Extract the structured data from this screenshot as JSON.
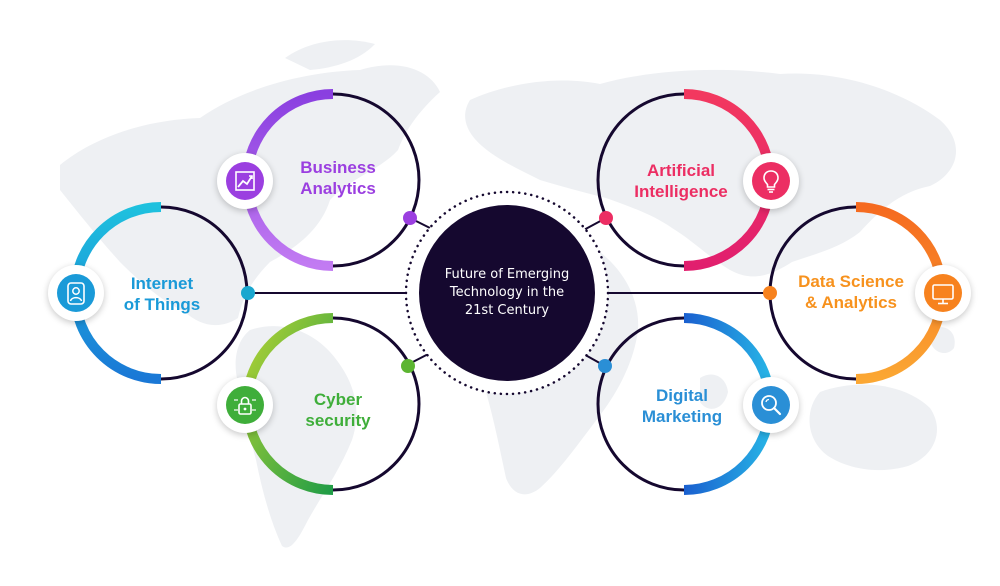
{
  "center": {
    "lines": [
      "Future of Emerging",
      "Technology in the",
      "21st Century"
    ]
  },
  "nodes": [
    {
      "id": "business-analytics",
      "lines": [
        "Business",
        "Analytics"
      ],
      "color": "#9b3fe0",
      "icon": "line-chart-icon"
    },
    {
      "id": "internet-of-things",
      "lines": [
        "Internet",
        "of Things"
      ],
      "color": "#1a9ad8",
      "icon": "user-device-icon"
    },
    {
      "id": "cyber-security",
      "lines": [
        "Cyber",
        "security"
      ],
      "color": "#3fae3a",
      "icon": "lock-circuit-icon"
    },
    {
      "id": "artificial-intelligence",
      "lines": [
        "Artificial",
        "Intelligence"
      ],
      "color": "#ec2e63",
      "icon": "lightbulb-icon"
    },
    {
      "id": "data-science-analytics",
      "lines": [
        "Data Science",
        "& Analytics"
      ],
      "color": "#f7921e",
      "icon": "monitor-icon"
    },
    {
      "id": "digital-marketing",
      "lines": [
        "Digital",
        "Marketing"
      ],
      "color": "#2a8fd6",
      "icon": "search-icon"
    }
  ],
  "colors": {
    "center_fill": "#15082f",
    "ring_dark": "#15082f",
    "map": "#eef0f3"
  }
}
